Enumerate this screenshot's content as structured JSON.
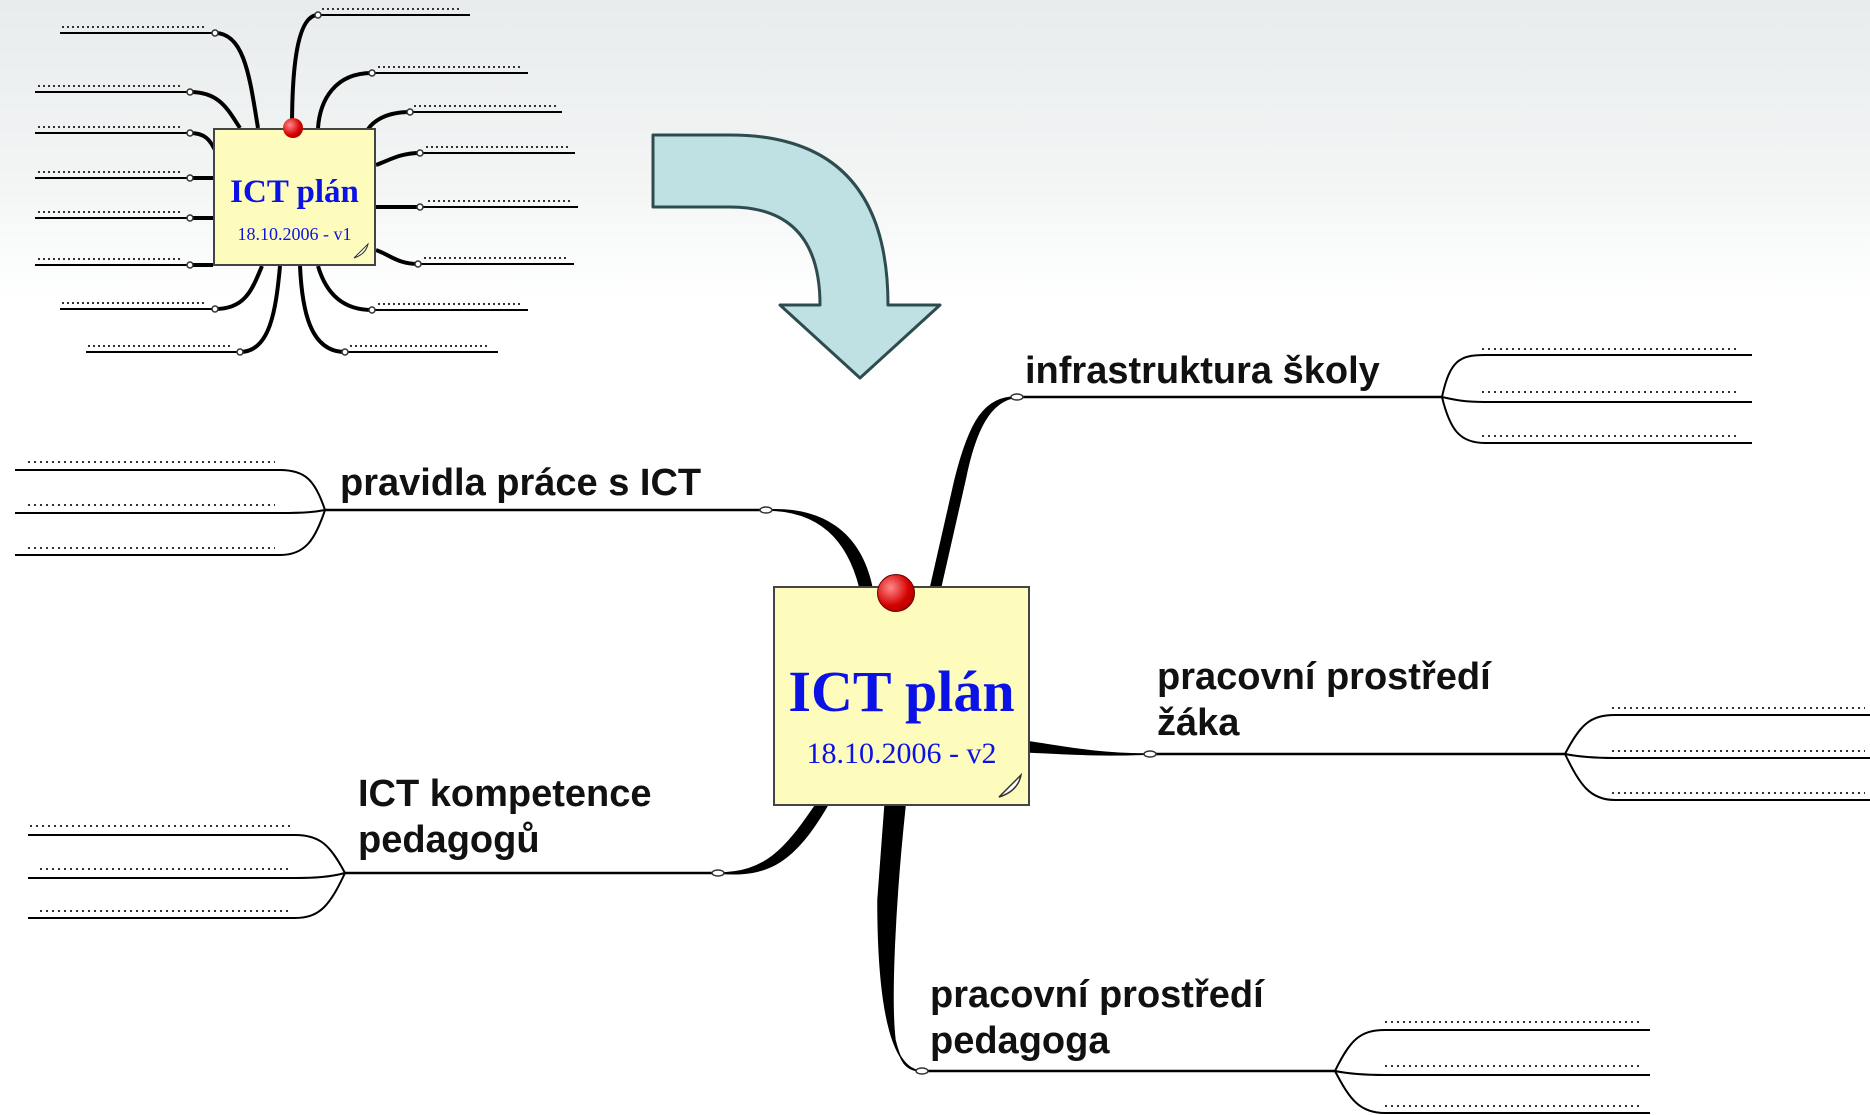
{
  "old_note": {
    "title": "ICT plán",
    "date": "18.10.2006 - v1"
  },
  "new_note": {
    "title": "ICT plán",
    "date": "18.10.2006 - v2"
  },
  "branches": {
    "infrastructure": "infrastruktura školy",
    "rules": "pravidla práce s ICT",
    "student_env_line1": "pracovní prostředí",
    "student_env_line2": "žáka",
    "competence_line1": "ICT kompetence",
    "competence_line2": "pedagogů",
    "teacher_env_line1": "pracovní prostředí",
    "teacher_env_line2": "pedagoga"
  },
  "colors": {
    "note_fill": "#fefcbc",
    "note_text": "#0b12e6",
    "pin": "#dd1111",
    "arrow_fill": "#bfe1e3",
    "arrow_stroke": "#2e4c4e"
  }
}
